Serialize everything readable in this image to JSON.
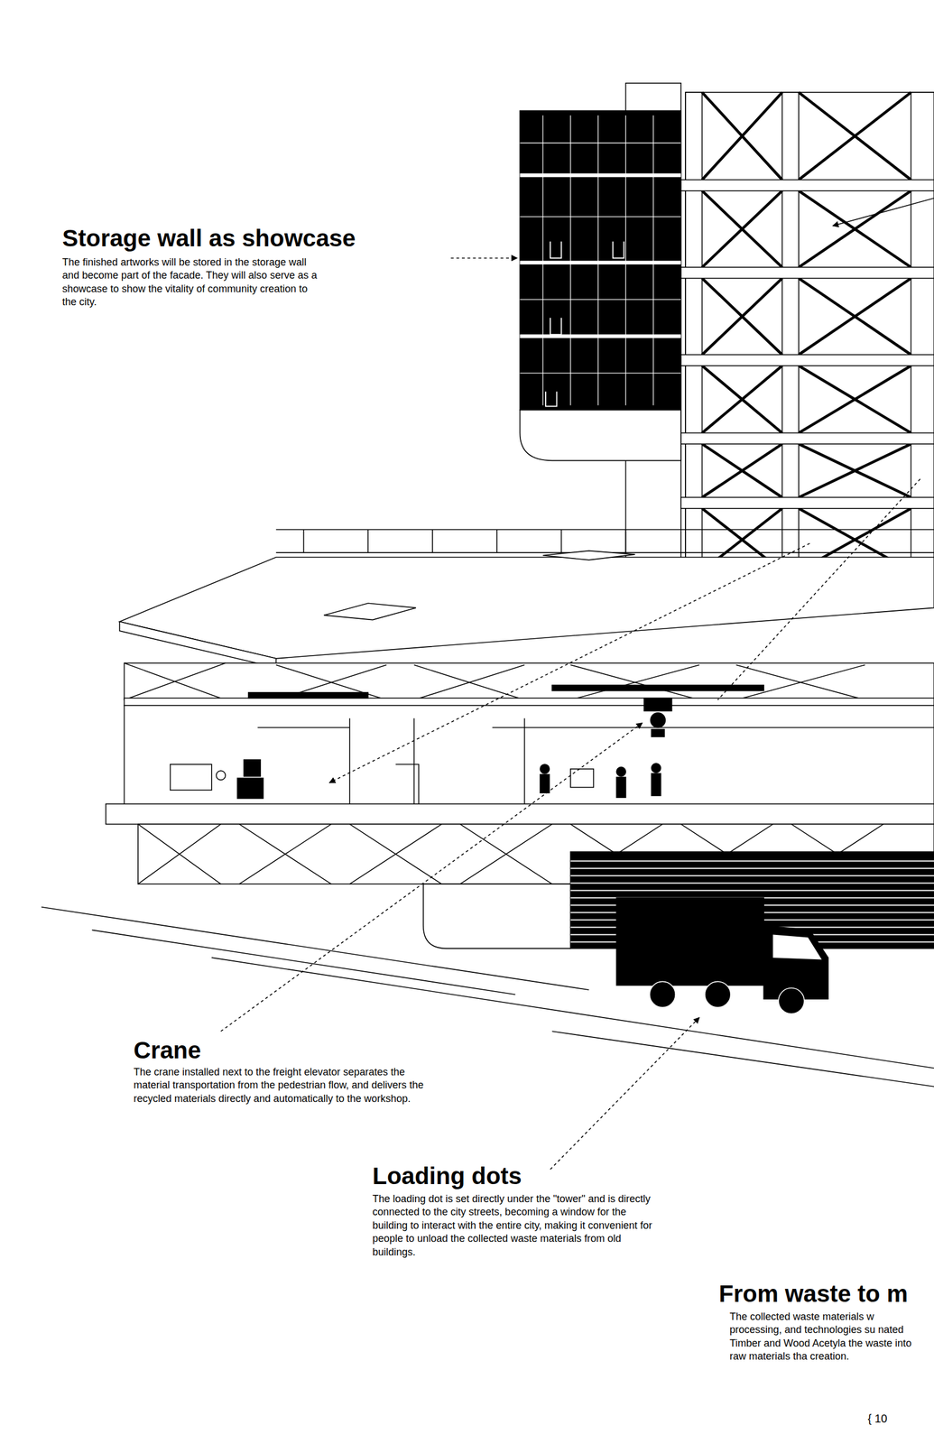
{
  "diagram": {
    "labels": [
      "Storage wall as showcase",
      "The finished artworks will be stored in the storage wall and become part of the facade. They will also serve as a showcase to show the vitality of community creation to the city.",
      "Crane",
      "The crane installed next to the freight elevator separates the material transportation from the pedestrian flow, and delivers the recycled materials directly and automatically to the workshop.",
      "Loading dots",
      "The loading dot is set directly under the \"tower\" and is directly connected to the city streets, becoming a window for the building to interact with the entire city, making it convenient for people to unload the collected waste materials from old buildings.",
      "From waste to m",
      "The collected waste materials w processing, and technologies su nated Timber and Wood Acetyla the waste into raw materials tha creation.",
      "{ 10"
    ]
  }
}
